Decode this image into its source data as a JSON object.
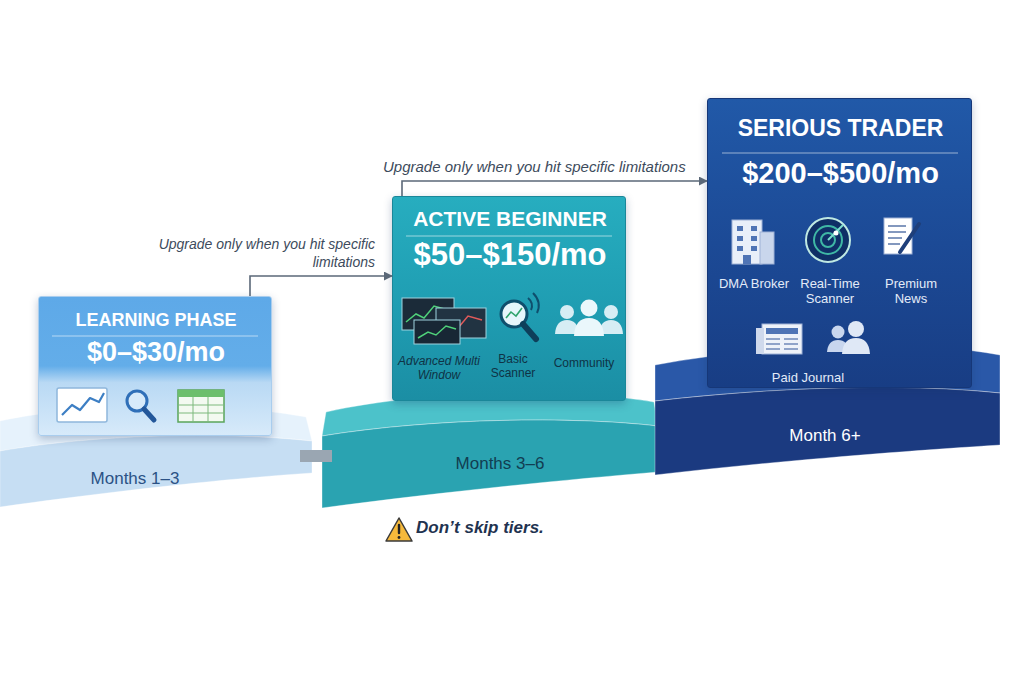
{
  "diagram": {
    "nodes": [
      {
        "text": [
          "LEARNING PHASE",
          "$0–$30/mo"
        ]
      },
      {
        "text": [
          "Months 1–3"
        ]
      },
      {
        "text": [
          "ACTIVE BEGINNER",
          "$50–$150/mo",
          "Advanced Multi Window",
          "Basic Scanner",
          "Community"
        ]
      },
      {
        "text": [
          "Months 3–6"
        ]
      },
      {
        "text": [
          "SERIOUS TRADER",
          "$200–$500/mo",
          "DMA Broker",
          "Real-Time Scanner",
          "Premium News",
          "Paid Journal"
        ]
      },
      {
        "text": [
          "Month 6+"
        ]
      }
    ],
    "edges": [
      {
        "from": 0,
        "to": 2,
        "arrow": "to",
        "label": "Upgrade only when you hit specific limitations"
      },
      {
        "from": 2,
        "to": 4,
        "arrow": "to",
        "label": "Upgrade only when you hit specific limitations"
      }
    ],
    "labels": [
      "Don’t skip tiers."
    ]
  }
}
